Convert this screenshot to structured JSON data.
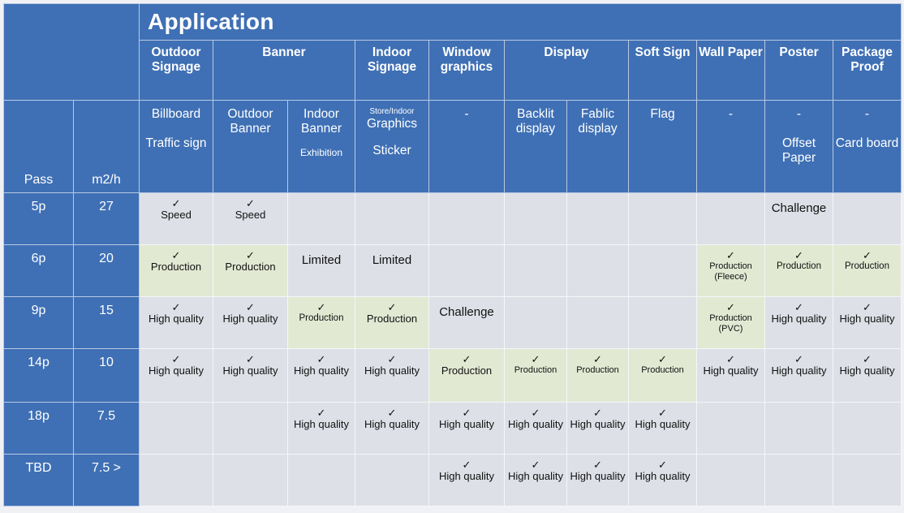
{
  "header": {
    "title": "Application",
    "categories": [
      "Outdoor Signage",
      "Banner",
      "Indoor Signage",
      "Window graphics",
      "Display",
      "Soft Sign",
      "Wall Paper",
      "Poster",
      "Package Proof"
    ],
    "pass_label": "Pass",
    "rate_label": "m2/h",
    "subcategories": [
      [
        "Billboard",
        "Traffic sign"
      ],
      [
        "Outdoor Banner",
        ""
      ],
      [
        "Indoor Banner",
        "Exhibition"
      ],
      [
        "Store/Indoor",
        "Graphics",
        "Sticker"
      ],
      [
        "-",
        ""
      ],
      [
        "Backlit display",
        ""
      ],
      [
        "Fablic display",
        ""
      ],
      [
        "Flag",
        ""
      ],
      [
        "-",
        ""
      ],
      [
        "-",
        "Offset Paper"
      ],
      [
        "-",
        "Card board"
      ]
    ]
  },
  "check_mark": "✓",
  "rows": [
    {
      "pass": "5p",
      "rate": "27",
      "cells": [
        {
          "check": true,
          "text": "Speed"
        },
        {
          "check": true,
          "text": "Speed"
        },
        null,
        null,
        null,
        null,
        null,
        null,
        null,
        {
          "check": false,
          "text": "Challenge"
        },
        null
      ]
    },
    {
      "pass": "6p",
      "rate": "20",
      "cells": [
        {
          "check": true,
          "text": "Production",
          "hl": true
        },
        {
          "check": true,
          "text": "Production",
          "hl": true
        },
        {
          "check": false,
          "text": "Limited"
        },
        {
          "check": false,
          "text": "Limited"
        },
        null,
        null,
        null,
        null,
        {
          "check": true,
          "text": "Production (Fleece)",
          "hl": true
        },
        {
          "check": true,
          "text": "Production",
          "hl": true
        },
        {
          "check": true,
          "text": "Production",
          "hl": true
        }
      ]
    },
    {
      "pass": "9p",
      "rate": "15",
      "cells": [
        {
          "check": true,
          "text": "High quality"
        },
        {
          "check": true,
          "text": "High quality"
        },
        {
          "check": true,
          "text": "Production",
          "hl": true
        },
        {
          "check": true,
          "text": "Production",
          "hl": true
        },
        {
          "check": false,
          "text": "Challenge"
        },
        null,
        null,
        null,
        {
          "check": true,
          "text": "Production (PVC)",
          "hl": true
        },
        {
          "check": true,
          "text": "High quality"
        },
        {
          "check": true,
          "text": "High quality"
        }
      ]
    },
    {
      "pass": "14p",
      "rate": "10",
      "cells": [
        {
          "check": true,
          "text": "High quality"
        },
        {
          "check": true,
          "text": "High quality"
        },
        {
          "check": true,
          "text": "High quality"
        },
        {
          "check": true,
          "text": "High quality"
        },
        {
          "check": true,
          "text": "Production",
          "hl": true
        },
        {
          "check": true,
          "text": "Production",
          "hl": true
        },
        {
          "check": true,
          "text": "Production",
          "hl": true
        },
        {
          "check": true,
          "text": "Production",
          "hl": true
        },
        {
          "check": true,
          "text": "High quality"
        },
        {
          "check": true,
          "text": "High quality"
        },
        {
          "check": true,
          "text": "High quality"
        }
      ]
    },
    {
      "pass": "18p",
      "rate": "7.5",
      "cells": [
        null,
        null,
        {
          "check": true,
          "text": "High quality"
        },
        {
          "check": true,
          "text": "High quality"
        },
        {
          "check": true,
          "text": "High quality"
        },
        {
          "check": true,
          "text": "High quality"
        },
        {
          "check": true,
          "text": "High quality"
        },
        {
          "check": true,
          "text": "High quality"
        },
        null,
        null,
        null
      ]
    },
    {
      "pass": "TBD",
      "rate": "7.5 >",
      "cells": [
        null,
        null,
        null,
        null,
        {
          "check": true,
          "text": "High quality"
        },
        {
          "check": true,
          "text": "High quality"
        },
        {
          "check": true,
          "text": "High quality"
        },
        {
          "check": true,
          "text": "High quality"
        },
        null,
        null,
        null
      ]
    }
  ]
}
